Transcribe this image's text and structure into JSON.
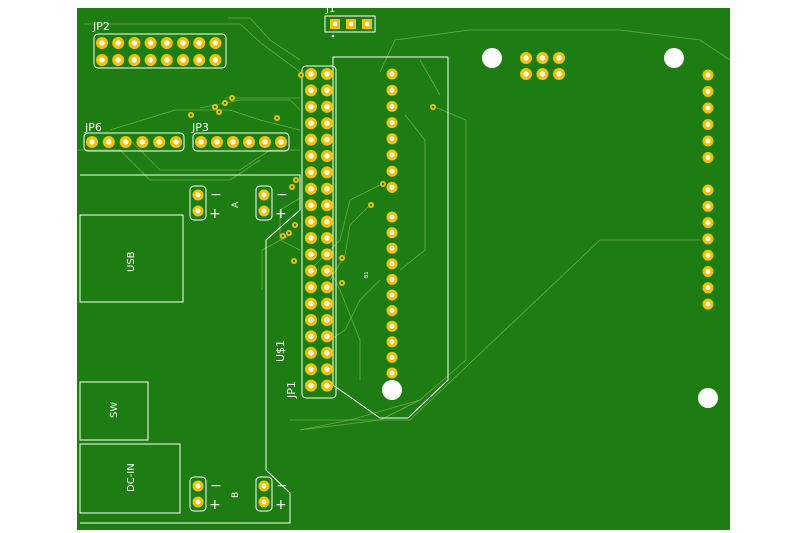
{
  "colors": {
    "board": "#1e7d12",
    "silk": "#ffffff",
    "trace": "#6fb24a",
    "pad": "#f2c200",
    "pad_hole": "#ffffff",
    "background": "#ffffff"
  },
  "labels": {
    "jp2": "JP2",
    "jp6": "JP6",
    "jp3": "JP3",
    "jp1": "JP1",
    "j1": "J1",
    "us1": "U$1",
    "usb": "USB",
    "sw": "SW",
    "dcin": "DC-IN",
    "a": "A",
    "b": "B",
    "minus": "−",
    "plus": "+",
    "mini": "B1"
  }
}
